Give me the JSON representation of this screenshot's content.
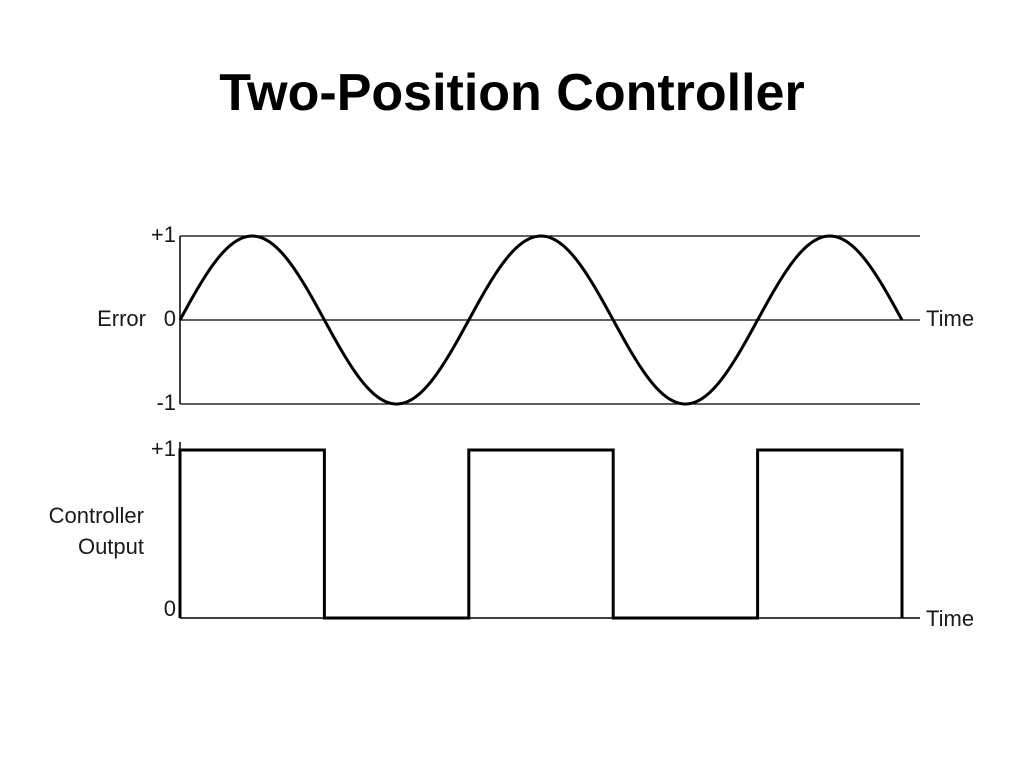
{
  "slide": {
    "title": "Two-Position Controller"
  },
  "colors": {
    "background": "#ffffff",
    "ink": "#000000"
  },
  "chart_data": [
    {
      "type": "line",
      "name": "error-chart",
      "ylabel": "Error",
      "xlabel": "Time",
      "ylim": [
        -1,
        1
      ],
      "xlim": [
        0,
        2.5
      ],
      "yticks": [
        "+1",
        "0",
        "-1"
      ],
      "yticks_values": [
        1,
        0,
        -1
      ],
      "grid_lines_at": [
        1,
        0,
        -1
      ],
      "series": [
        {
          "function": "sin(2*pi*x)",
          "x": [
            0,
            0.25,
            0.5,
            0.75,
            1.0,
            1.25,
            1.5,
            1.75,
            2.0,
            2.25,
            2.5
          ],
          "values": [
            0,
            1,
            0,
            -1,
            0,
            1,
            0,
            -1,
            0,
            1,
            0
          ]
        }
      ]
    },
    {
      "type": "line",
      "name": "controller-output-chart",
      "ylabel": [
        "Controller",
        "Output"
      ],
      "xlabel": "Time",
      "ylim": [
        0,
        1
      ],
      "xlim": [
        0,
        2.5
      ],
      "yticks": [
        "+1",
        "0"
      ],
      "yticks_values": [
        1,
        0
      ],
      "series": [
        {
          "step": true,
          "x": [
            0,
            0.5,
            1.0,
            1.5,
            2.0,
            2.5
          ],
          "values": [
            1,
            0,
            1,
            0,
            1,
            1
          ]
        }
      ]
    }
  ]
}
